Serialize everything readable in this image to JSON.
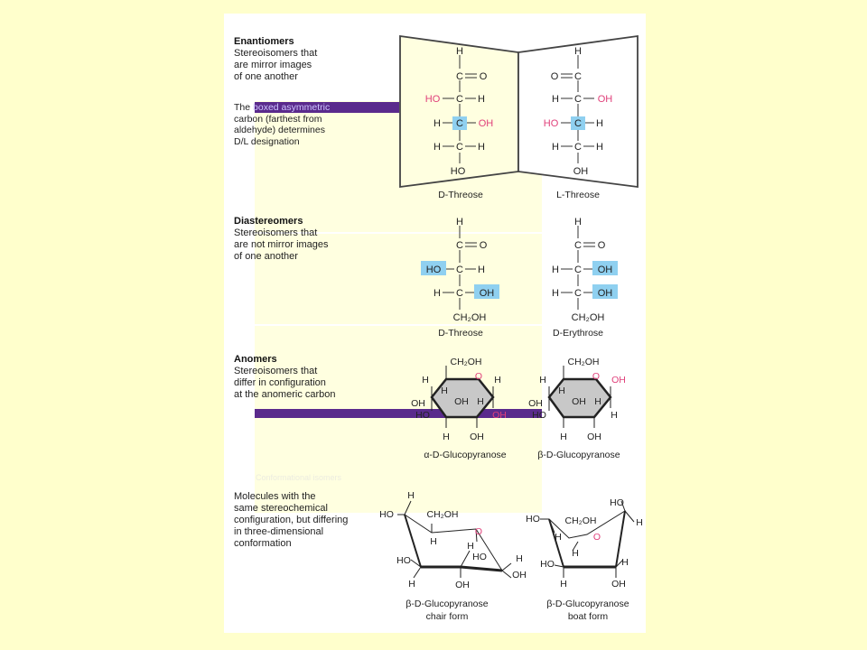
{
  "sections": {
    "enantiomers": {
      "heading": "Enantiomers",
      "lines": [
        "Stereoisomers that",
        "are mirror images",
        "of one another"
      ],
      "note_lines": [
        "The boxed asymmetric",
        "carbon (farthest from",
        "aldehyde) determines",
        "D/L designation"
      ],
      "labels": [
        "D-Threose",
        "L-Threose"
      ]
    },
    "diastereomers": {
      "heading": "Diastereomers",
      "lines": [
        "Stereoisomers that",
        "are not mirror images",
        "of one another"
      ],
      "labels": [
        "D-Threose",
        "D-Erythrose"
      ]
    },
    "anomers": {
      "heading": "Anomers",
      "lines": [
        "Stereoisomers that",
        "differ in configuration",
        "at the anomeric carbon"
      ],
      "labels": [
        "α-D-Glucopyranose",
        "β-D-Glucopyranose"
      ]
    },
    "conformers": {
      "heading": "Conformational isomers",
      "lines": [
        "Molecules with the",
        "same stereochemical",
        "configuration, but differing",
        "in three-dimensional",
        "conformation"
      ],
      "labels": [
        [
          "β-D-Glucopyranose",
          "chair form"
        ],
        [
          "β-D-Glucopyranose",
          "boat form"
        ]
      ]
    }
  },
  "atoms": {
    "H": "H",
    "C": "C",
    "O": "O",
    "OH": "OH",
    "HO": "HO",
    "CH2OH": "CH₂OH",
    "CHO_right": "C=O",
    "CHO_left": "O=C"
  },
  "colors": {
    "page_bg": "#ffffcc",
    "panel_bg": "#ffffff",
    "band_bg": "#ffffe0",
    "purple_bar": "#5a2a8c",
    "pink_group": "#e0407a",
    "blue_box": "#8fd0f0",
    "ring_fill": "#c8c8c8"
  }
}
